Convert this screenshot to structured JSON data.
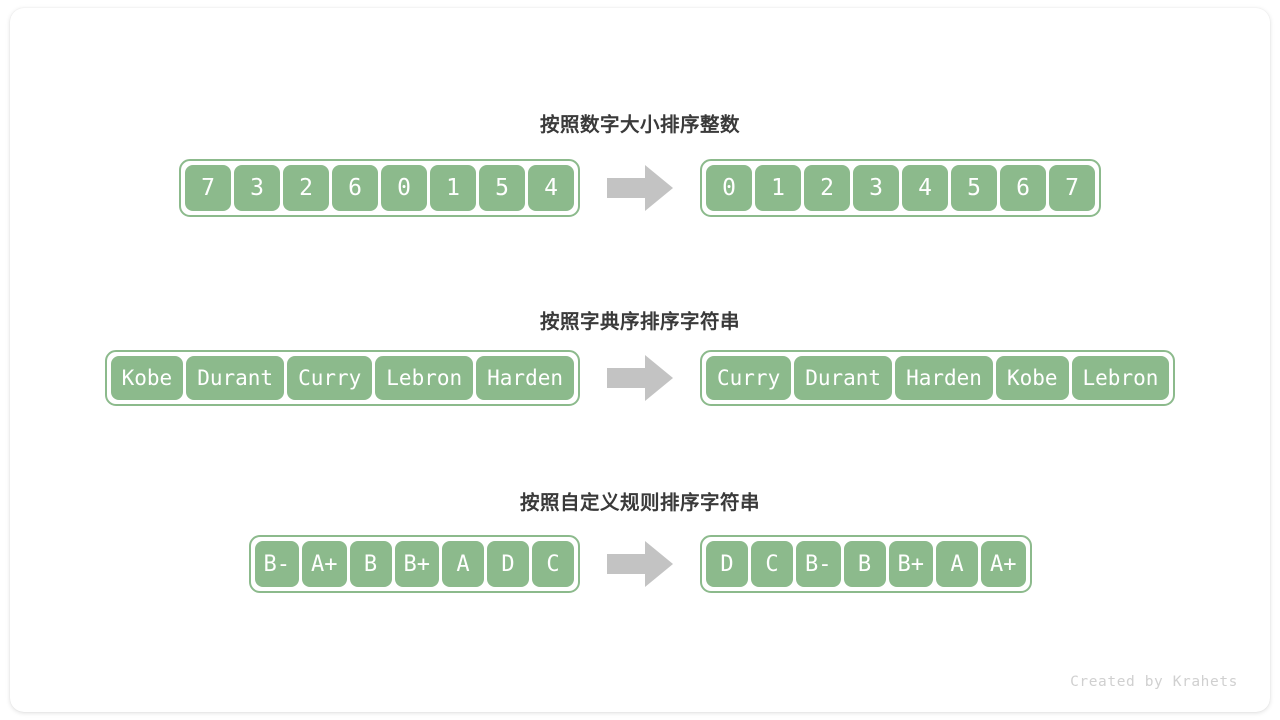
{
  "footer": {
    "credit": "Created by Krahets"
  },
  "arrow": {
    "color": "#c3c3c3",
    "icon": "arrow-right-icon"
  },
  "colors": {
    "cell_fill": "#8cba8c",
    "cell_border": "#8cba8c",
    "cell_text": "#ffffff",
    "title_text": "#3a3a3a",
    "arrow": "#c3c3c3",
    "card_background": "#ffffff",
    "footer_text": "#d0d0d0"
  },
  "sections": [
    {
      "title": "按照数字大小排序整数",
      "kind": "num",
      "input": [
        "7",
        "3",
        "2",
        "6",
        "0",
        "1",
        "5",
        "4"
      ],
      "output": [
        "0",
        "1",
        "2",
        "3",
        "4",
        "5",
        "6",
        "7"
      ]
    },
    {
      "title": "按照字典序排序字符串",
      "kind": "str",
      "input": [
        "Kobe",
        "Durant",
        "Curry",
        "Lebron",
        "Harden"
      ],
      "output": [
        "Curry",
        "Durant",
        "Harden",
        "Kobe",
        "Lebron"
      ]
    },
    {
      "title": "按照自定义规则排序字符串",
      "kind": "grade",
      "input": [
        "B-",
        "A+",
        "B",
        "B+",
        "A",
        "D",
        "C"
      ],
      "output": [
        "D",
        "C",
        "B-",
        "B",
        "B+",
        "A",
        "A+"
      ]
    }
  ]
}
